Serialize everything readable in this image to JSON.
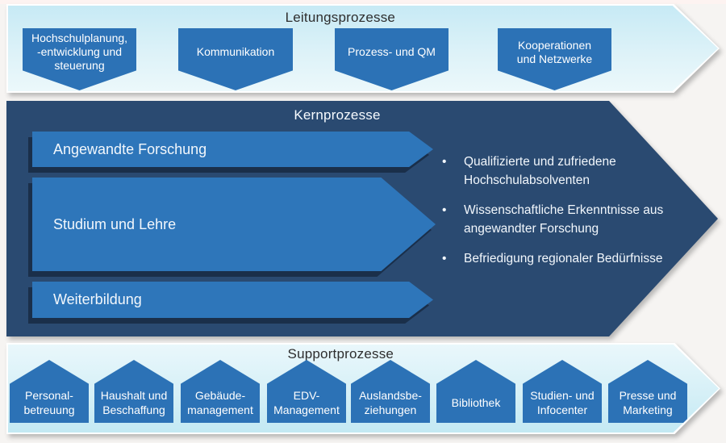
{
  "diagram": {
    "bands": {
      "leitung": {
        "title": "Leitungsprozesse",
        "items": [
          {
            "lines": [
              "Hochschulplanung,",
              "-entwicklung und",
              "steuerung"
            ]
          },
          {
            "lines": [
              "Kommunikation"
            ]
          },
          {
            "lines": [
              "Prozess- und QM"
            ]
          },
          {
            "lines": [
              "Kooperationen",
              "und Netzwerke"
            ]
          }
        ]
      },
      "kern": {
        "title": "Kernprozesse",
        "arrows": [
          {
            "label": "Angewandte Forschung"
          },
          {
            "label": "Studium und Lehre"
          },
          {
            "label": "Weiterbildung"
          }
        ],
        "bullets": [
          "Qualifizierte und zufriedene Hochschulabsolventen",
          "Wissenschaftliche Erkenntnisse aus angewandter Forschung",
          "Befriedigung regionaler Bedürfnisse"
        ]
      },
      "support": {
        "title": "Supportprozesse",
        "items": [
          {
            "lines": [
              "Personal-",
              "betreuung"
            ]
          },
          {
            "lines": [
              "Haushalt und",
              "Beschaffung"
            ]
          },
          {
            "lines": [
              "Gebäude-",
              "management"
            ]
          },
          {
            "lines": [
              "EDV-",
              "Management"
            ]
          },
          {
            "lines": [
              "Auslandsbe-",
              "ziehungen"
            ]
          },
          {
            "lines": [
              "Bibliothek"
            ]
          },
          {
            "lines": [
              "Studien- und",
              "Infocenter"
            ]
          },
          {
            "lines": [
              "Presse und",
              "Marketing"
            ]
          }
        ]
      }
    },
    "colors": {
      "shape_blue": "#2c72b6",
      "core_arrow_blue": "#2e76ba",
      "core_band_navy": "#2a4a71",
      "light_band_cyan_strong": "#c6eaf5",
      "light_band_cyan_faint": "#ecf8fb",
      "text_on_dark": "#f2f7fc",
      "text_on_light": "#2e2e2e"
    }
  }
}
